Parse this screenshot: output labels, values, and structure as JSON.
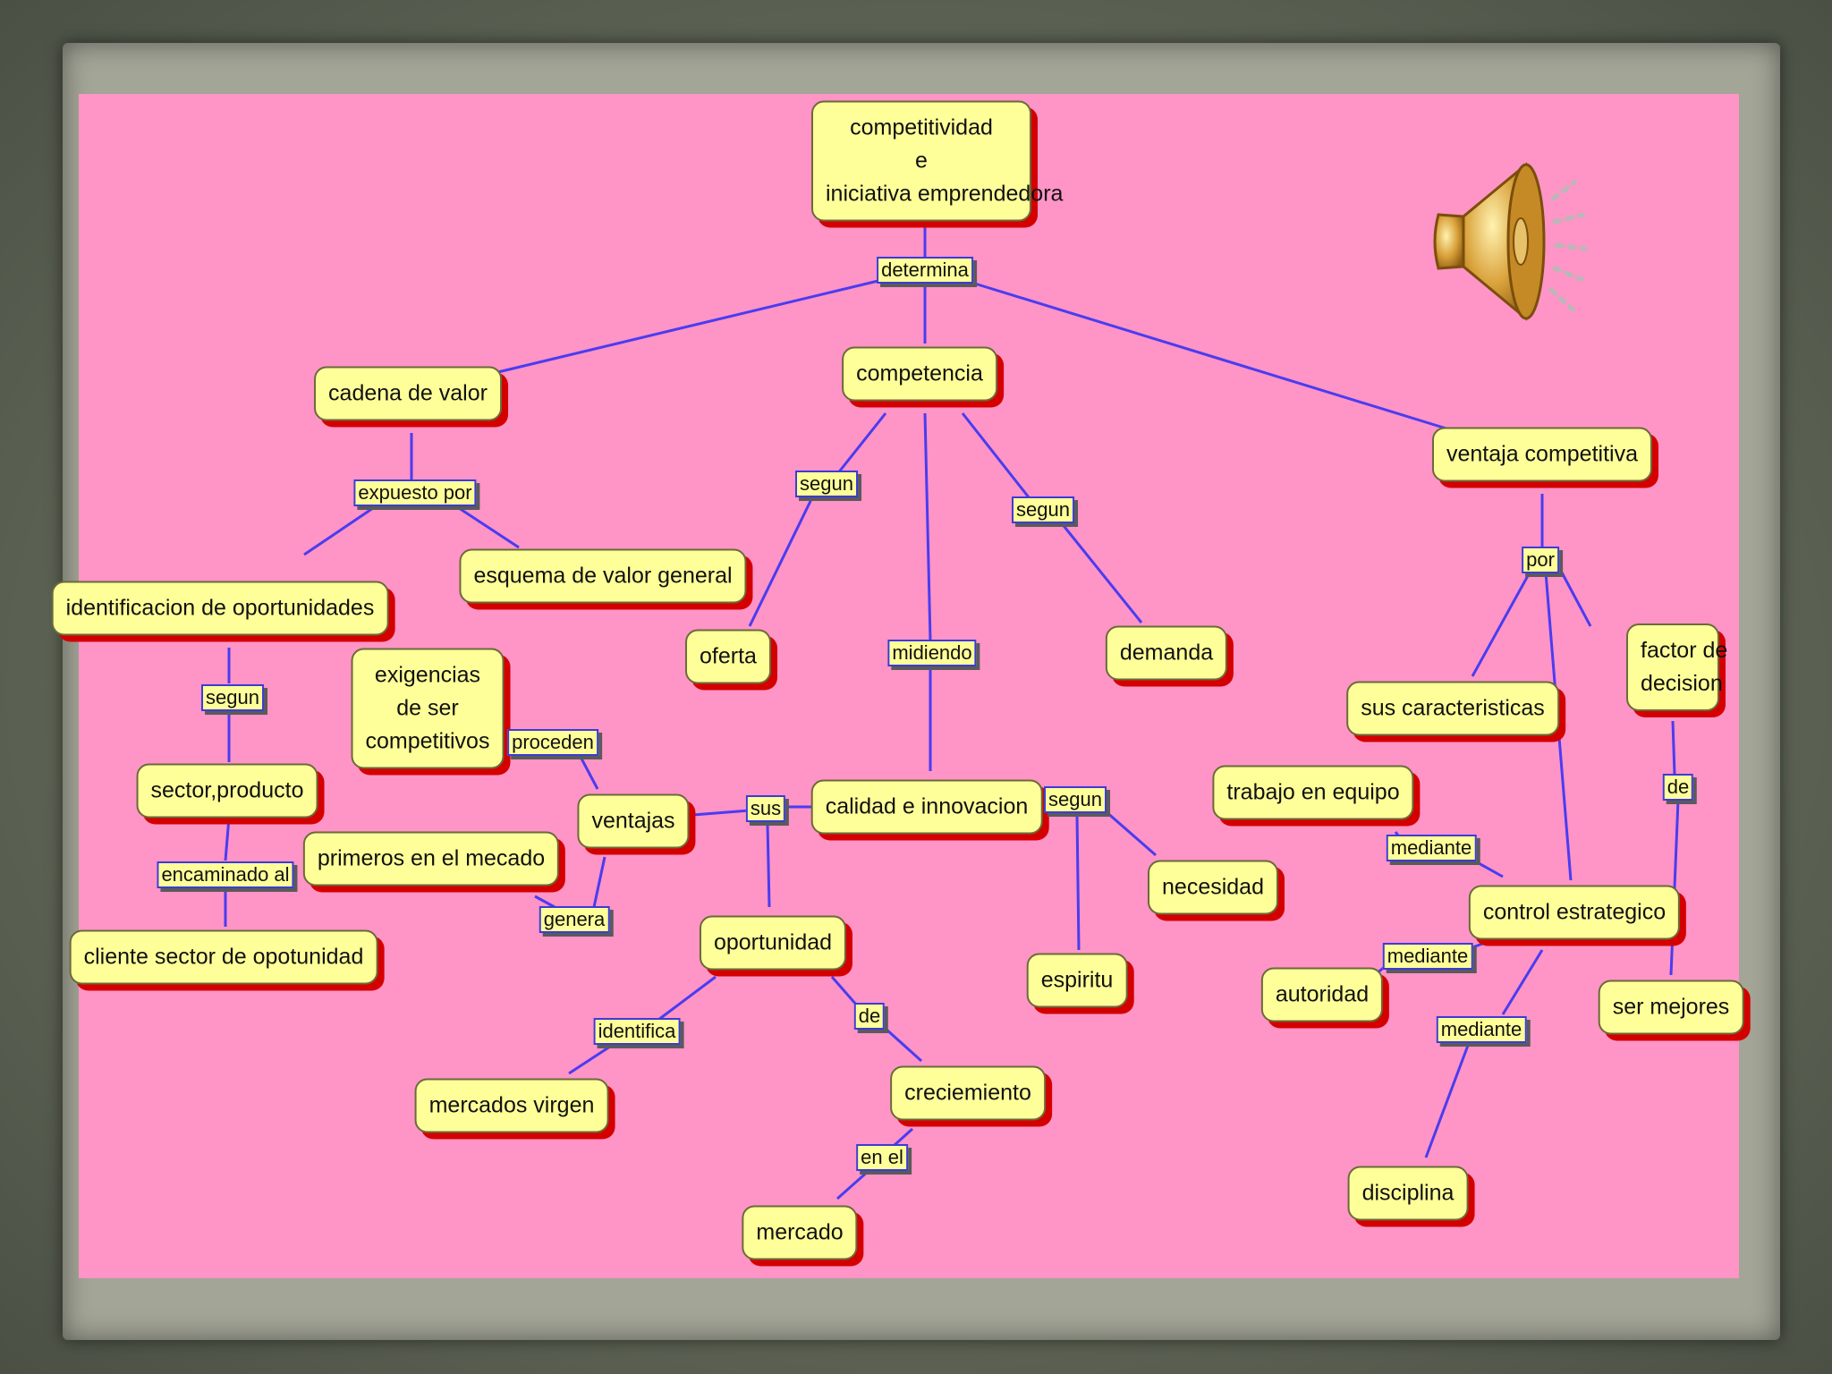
{
  "nodes": {
    "root": [
      "competitividad",
      "e",
      "iniciativa emprendedora"
    ],
    "cadena": "cadena de valor",
    "competencia": "competencia",
    "ventaja": "ventaja competitiva",
    "identificacion": "identificacion de oportunidades",
    "esquema": "esquema de valor general",
    "oferta": "oferta",
    "demanda": "demanda",
    "exigencias": [
      "exigencias",
      "de ser",
      "competitivos"
    ],
    "sector": "sector,producto",
    "cliente": "cliente sector de opotunidad",
    "primeros": "primeros en el mecado",
    "ventajas": "ventajas",
    "calidad": "calidad e innovacion",
    "necesidad": "necesidad",
    "espiritu": "espiritu",
    "oportunidad": "oportunidad",
    "mercados_virgen": "mercados virgen",
    "creciemiento": "creciemiento",
    "mercado": "mercado",
    "caracteristicas": "sus caracteristicas",
    "factor": [
      "factor de",
      "decision"
    ],
    "trabajo": "trabajo en equipo",
    "control": "control estrategico",
    "autoridad": "autoridad",
    "ser_mejores": "ser mejores",
    "disciplina": "disciplina"
  },
  "links": {
    "determina": "determina",
    "expuesto_por": "expuesto por",
    "segun_oferta": "segun",
    "segun_demanda": "segun",
    "midiendo": "midiendo",
    "por": "por",
    "segun_sector": "segun",
    "proceden": "proceden",
    "encaminado_al": "encaminado al",
    "sus": "sus",
    "segun_calidad": "segun",
    "genera": "genera",
    "de_ventaja": "de",
    "mediante_trabajo": "mediante",
    "mediante_autoridad": "mediante",
    "identifica": "identifica",
    "de_crecimiento": "de",
    "mediante_disciplina": "mediante",
    "en_el": "en el"
  },
  "colors": {
    "background": "#ff94c6",
    "node_fill": "#ffff99",
    "node_shadow": "#d40000",
    "edge": "#4a3cf0",
    "label_border": "#3b3bd8"
  },
  "icons": [
    "speaker-icon"
  ]
}
